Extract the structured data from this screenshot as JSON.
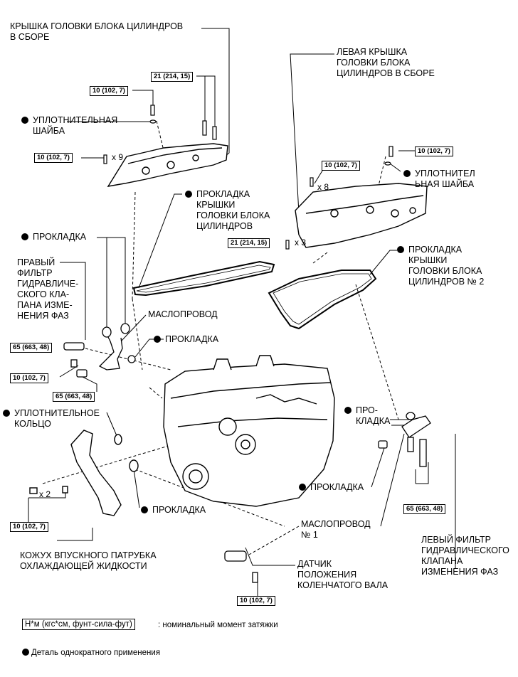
{
  "labels": {
    "right_cover": "КРЫШКА ГОЛОВКИ БЛОКА ЦИЛИНДРОВ\nВ СБОРЕ",
    "left_cover": "ЛЕВАЯ КРЫШКА\nГОЛОВКИ БЛОКА\nЦИЛИНДРОВ В СБОРЕ",
    "seal_washer_left": "УПЛОТНИТЕЛЬНАЯ\nШАЙБА",
    "seal_washer_right": "УПЛОТНИТЕЛ\nЬНАЯ ШАЙБА",
    "cover_gasket_1": "ПРОКЛАДКА\nКРЫШКИ\nГОЛОВКИ БЛОКА\nЦИЛИНДРОВ",
    "cover_gasket_2": "ПРОКЛАДКА\nКРЫШКИ\nГОЛОВКИ БЛОКА\nЦИЛИНДРОВ № 2",
    "gasket_a": "ПРОКЛАДКА",
    "gasket_b": "ПРОКЛАДКА",
    "gasket_c": "ПРО-\nКЛАДКА",
    "gasket_d": "ПРОКЛАДКА",
    "gasket_e": "ПРОКЛАДКА",
    "right_filter": "ПРАВЫЙ\nФИЛЬТР\nГИДРАВЛИЧЕ-\nСКОГО КЛА-\nПАНА ИЗМЕ-\nНЕНИЯ ФАЗ",
    "oil_pipe": "МАСЛОПРОВОД",
    "oil_pipe_1": "МАСЛОПРОВОД\n№ 1",
    "oring": "УПЛОТНИТЕЛЬНОЕ\nКОЛЬЦО",
    "housing": "КОЖУХ ВПУСКНОГО ПАТРУБКА\nОХЛАЖДАЮЩЕЙ ЖИДКОСТИ",
    "crank_sensor": "ДАТЧИК\nПОЛОЖЕНИЯ\nКОЛЕНЧАТОГО ВАЛА",
    "left_filter": "ЛЕВЫЙ ФИЛЬТР\nГИДРАВЛИЧЕСКОГО\nКЛАПАНА\nИЗМЕНЕНИЯ ФАЗ"
  },
  "torques": {
    "t1": "10 (102, 7)",
    "t2": "21 (214, 15)",
    "t3": "10 (102, 7)",
    "t4": "10 (102, 7)",
    "t5": "10 (102, 7)",
    "t6": "21 (214, 15)",
    "t7": "65 (663, 48)",
    "t8": "10 (102, 7)",
    "t9": "65 (663, 48)",
    "t10": "65 (663, 48)",
    "t11": "10 (102, 7)",
    "t12": "10 (102, 7)"
  },
  "multipliers": {
    "m1": "x 9",
    "m2": "x 8",
    "m3": "x 3",
    "m4": "x 2"
  },
  "legend": {
    "unit_box": "Н*м (кгс*см, фунт-сила-фут)",
    "unit_text": ": номинальный момент затяжки",
    "non_reusable": "Деталь однократного применения"
  }
}
